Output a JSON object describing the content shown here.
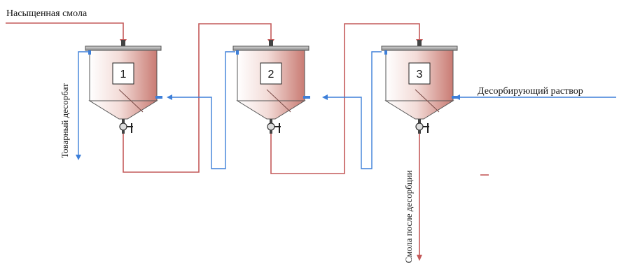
{
  "labels": {
    "resin_in": "Насыщенная смола",
    "product_desorbate": "Товарный десорбат",
    "desorbing_solution": "Десорбирующий раствор",
    "resin_after": "Смола после десорбции"
  },
  "tanks": [
    {
      "number": "1"
    },
    {
      "number": "2"
    },
    {
      "number": "3"
    }
  ],
  "colors": {
    "resin_line": "#c45a5a",
    "solution_line": "#3d7fd9",
    "tank_fill_light": "#ffffff",
    "tank_fill_dark": "#c97b73",
    "lid": "#9a9a9a"
  }
}
